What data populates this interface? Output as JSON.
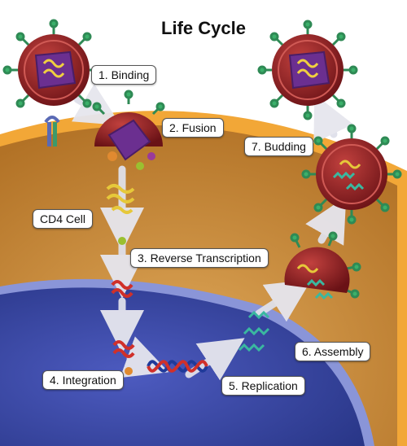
{
  "title": "Life Cycle",
  "cell_label": "CD4 Cell",
  "steps": [
    {
      "label": "1. Binding"
    },
    {
      "label": "2. Fusion"
    },
    {
      "label": "3. Reverse Transcription"
    },
    {
      "label": "4. Integration"
    },
    {
      "label": "5. Replication"
    },
    {
      "label": "6. Assembly"
    },
    {
      "label": "7. Budding"
    }
  ],
  "colors": {
    "cytoplasm": "#c98b3a",
    "membrane": "#f0a33a",
    "nucleus": "#3d4aa8",
    "virus_envelope": "#8e1e22",
    "spike": "#2f8a55",
    "capsid": "#7b3aa0",
    "rna": "#e6c83a",
    "dna_red": "#d0302a",
    "dna_blue": "#1f3a9a",
    "new_rna": "#3ab8a0",
    "arrow": "#e8e8f0"
  }
}
